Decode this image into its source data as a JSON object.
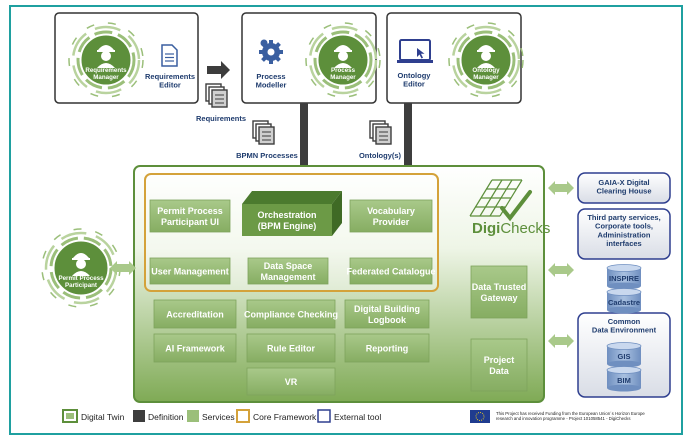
{
  "tools": {
    "requirements_manager": "Requirements\nManager",
    "requirements_editor": "Requirements\nEditor",
    "process_modeller": "Process\nModeller",
    "process_manager": "Process\nManager",
    "ontology_editor": "Ontology\nEditor",
    "ontology_manager": "Ontology\nManager"
  },
  "documents": {
    "requirements": "Requirements",
    "bpmn_processes": "BPMN Processes",
    "ontologies": "Ontology(s)"
  },
  "core_services": {
    "permit_ui": "Permit Process\nParticipant UI",
    "orchestration": "Orchestration\n(BPM Engine)",
    "vocabulary": "Vocabulary\nProvider",
    "user_management": "User Management",
    "data_space_management": "Data Space\nManagement",
    "federated_catalogue": "Federated Catalogue"
  },
  "services": {
    "accreditation": "Accreditation",
    "compliance_checking": "Compliance Checking",
    "digital_building_logbook": "Digital Building\nLogbook",
    "ai_framework": "AI Framework",
    "rule_editor": "Rule Editor",
    "reporting": "Reporting",
    "vr": "VR",
    "data_trusted_gateway": "Data Trusted\nGateway",
    "project_data": "Project\nData"
  },
  "logo": {
    "digi": "Digi",
    "checks": "Checks"
  },
  "participant": "Permit Process\nParticipant",
  "external": {
    "gaia_x": "GAIA-X Digital\nClearing House",
    "third_party": "Third party services,\nCorporate tools,\nAdministration\ninterfaces",
    "inspire": "INSPIRE",
    "cadastre": "Cadastre",
    "cde": "Common\nData Environment",
    "gis": "GIS",
    "bim": "BIM"
  },
  "legend": {
    "digital_twin": "Digital Twin",
    "definition": "Definition",
    "services": "Services",
    "core_framework": "Core Framework",
    "external_tool": "External tool"
  },
  "funding": "This Project has received Funding from the European Union´s Horizon Europe\nresearch and innovation programme - Project 101058541 - DigiChecks",
  "colors": {
    "frame": "#1fa0a0",
    "green_dark": "#5d8f3b",
    "green_service": "#9bbf7a",
    "core_border": "#d4a23a",
    "external_blue": "#2f3f8f",
    "navy_text": "#1f3c6e"
  }
}
